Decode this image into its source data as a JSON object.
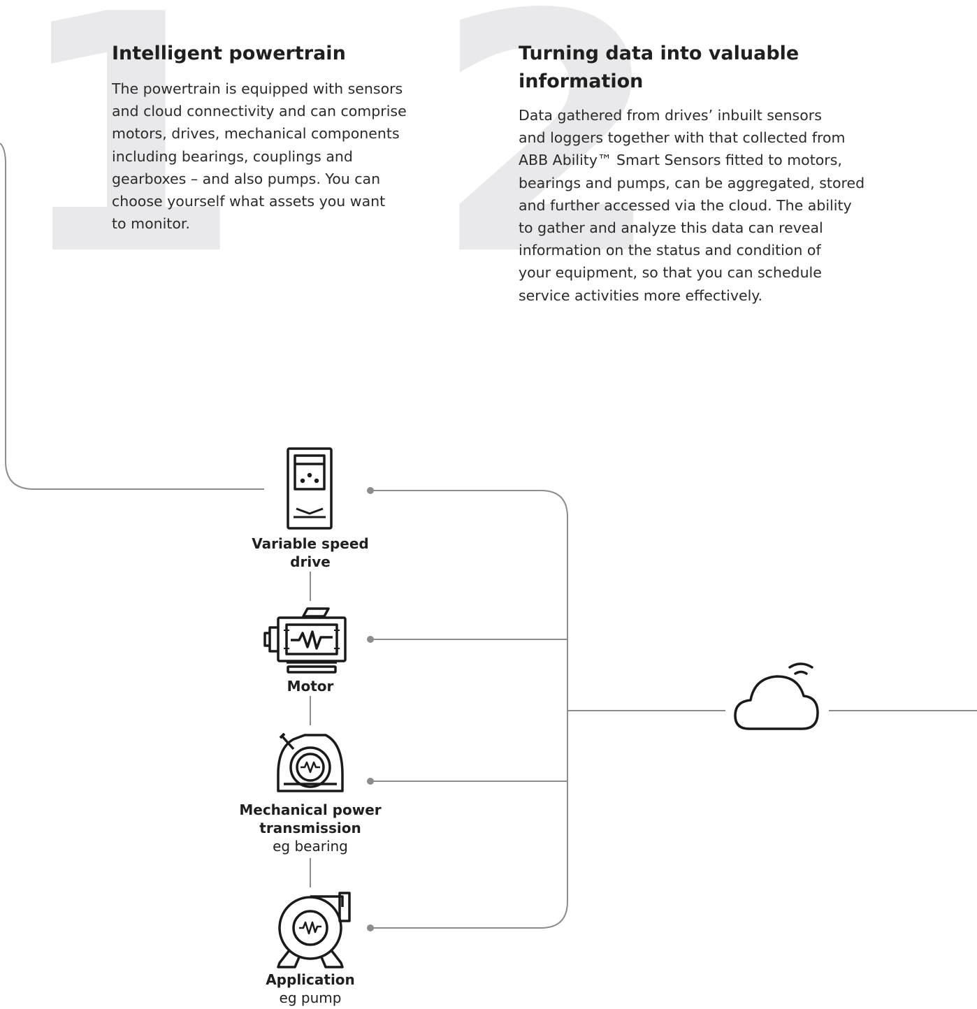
{
  "step1": {
    "number": "1",
    "title": "Intelligent powertrain",
    "body": "The powertrain is equipped with sensors\nand cloud connectivity and can comprise\nmotors, drives, mechanical components\nincluding bearings, couplings and\ngearboxes – and also pumps. You can\nchoose yourself what assets you want\nto monitor."
  },
  "step2": {
    "number": "2",
    "title": "Turning data into valuable\ninformation",
    "body": "Data gathered from drives’ inbuilt sensors\nand loggers together with that collected from\nABB Ability™ Smart Sensors fitted to motors,\nbearings and pumps, can be aggregated, stored\nand further accessed via the cloud. The ability\nto gather and analyze this data can reveal\ninformation on the status and condition of\nyour equipment, so that you can schedule\nservice activities more effectively."
  },
  "components": {
    "drive": {
      "title": "Variable speed\ndrive",
      "sub": "",
      "icon": "variable-speed-drive-icon"
    },
    "motor": {
      "title": "Motor",
      "sub": "",
      "icon": "motor-icon"
    },
    "transmission": {
      "title": "Mechanical power\ntransmission",
      "sub": "eg bearing",
      "icon": "bearing-icon"
    },
    "application": {
      "title": "Application",
      "sub": "eg pump",
      "icon": "pump-icon"
    }
  },
  "cloud": {
    "icon": "cloud-wifi-icon"
  },
  "colors": {
    "line": "#8c8c8c",
    "big_number": "#e9e9eb",
    "icon_stroke": "#1a1a1a"
  }
}
